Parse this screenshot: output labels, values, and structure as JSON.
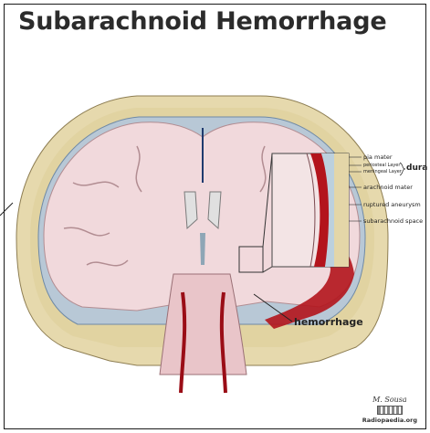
{
  "title": "Subarachnoid Hemorrhage",
  "labels": {
    "pia_mater": "pia mater",
    "periosteal_layer": "periosteal Layer",
    "meningeal_layer": "meningeal Layer",
    "dura": "dura",
    "arachnoid_mater": "arachnoid mater",
    "ruptured_aneurysm": "ruptured aneurysm",
    "subarachnoid_space": "subarachnoid space",
    "hemorrhage": "hemorrhage"
  },
  "credit": {
    "signature": "M. Sousa",
    "site": "Radiopaedia.org"
  },
  "colors": {
    "bone": "#e8dcb2",
    "brain": "#f1d9dc",
    "blood": "#b3141c",
    "ventricle": "#e9e3e4",
    "vessel": "#1f3a6e"
  }
}
